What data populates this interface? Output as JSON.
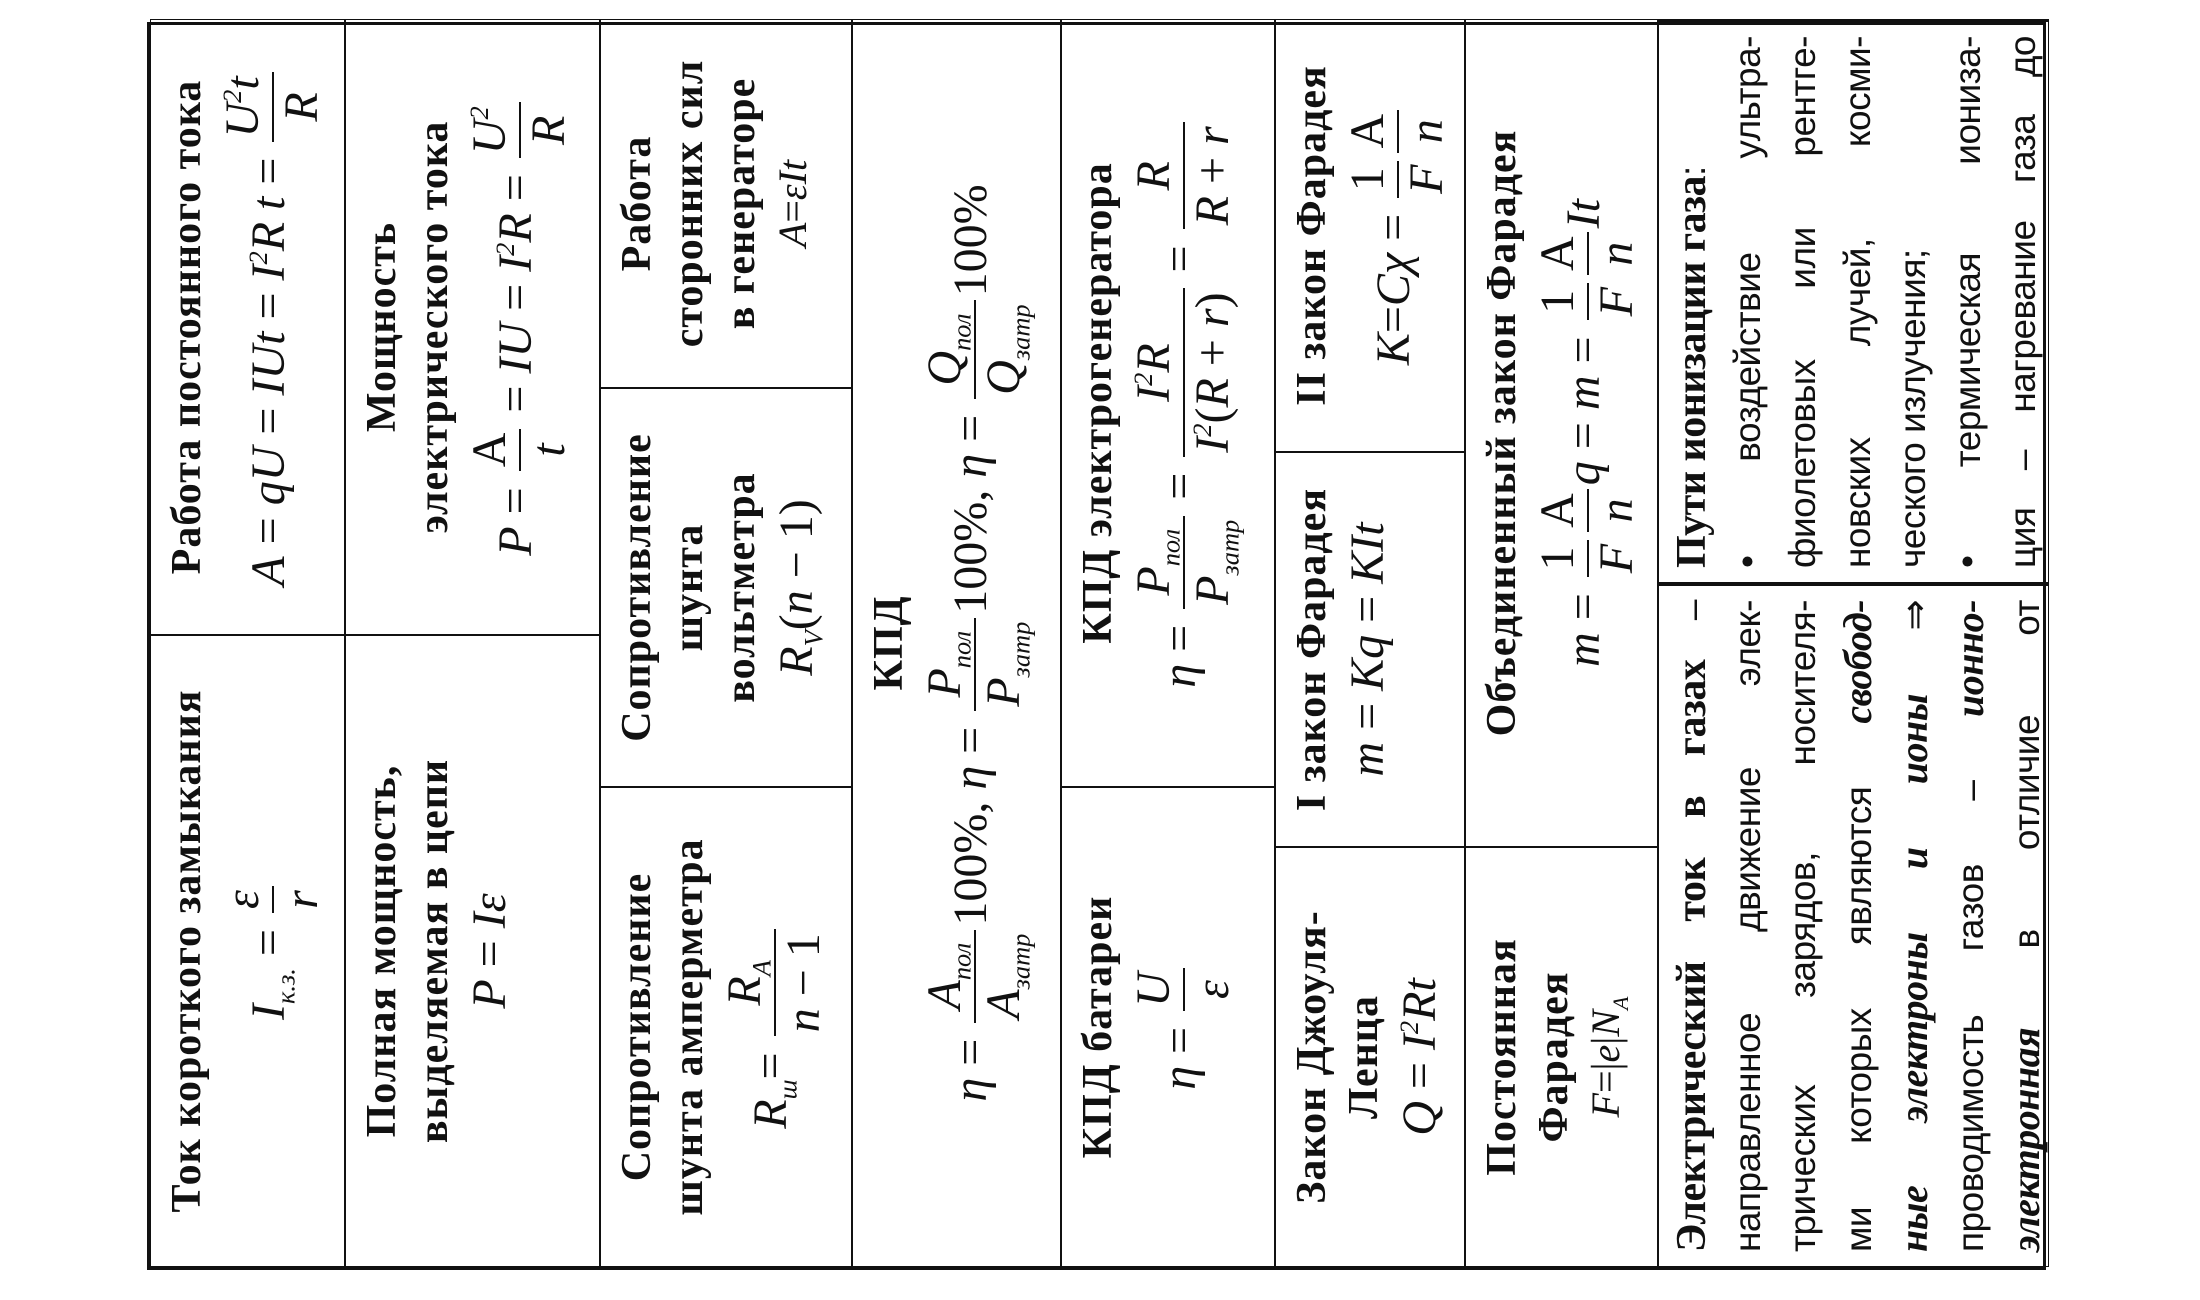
{
  "cells": {
    "short_circuit": {
      "title": "Ток короткого замыкания",
      "formula": [
        "I",
        {
          "sub": "к.з."
        },
        {
          "r": " = "
        },
        {
          "frac": [
            [
              "ε"
            ],
            [
              "r"
            ]
          ]
        }
      ]
    },
    "dc_work": {
      "title": "Работа постоянного тока",
      "formula": [
        "A",
        {
          "r": " = "
        },
        "qU",
        {
          "r": " = "
        },
        "IUt",
        {
          "r": " = "
        },
        "I",
        {
          "sup": "2"
        },
        "R t",
        {
          "r": " = "
        },
        {
          "frac": [
            [
              "U",
              {
                "sup": "2"
              },
              "t"
            ],
            [
              "R"
            ]
          ]
        }
      ]
    },
    "full_power": {
      "title": "Полная мощность,\nвыделяемая в цепи",
      "formula": [
        "P",
        {
          "r": " = "
        },
        "Iε"
      ]
    },
    "power": {
      "title": "Мощность\nэлектрического тока",
      "formula": [
        "P",
        {
          "r": " = "
        },
        {
          "frac": [
            [
              {
                "r": "A"
              }
            ],
            [
              "t"
            ]
          ]
        },
        {
          "r": " = "
        },
        "IU",
        {
          "r": " = "
        },
        "I",
        {
          "sup": "2"
        },
        "R",
        {
          "r": " = "
        },
        {
          "frac": [
            [
              "U",
              {
                "sup": "2"
              }
            ],
            [
              "R"
            ]
          ]
        }
      ]
    },
    "ammeter_shunt": {
      "title": "Сопротивление\nшунта амперметра",
      "formula": [
        "R",
        {
          "sub": "ш"
        },
        {
          "r": "= "
        },
        {
          "frac": [
            [
              "R",
              {
                "sub": "A"
              }
            ],
            [
              "n",
              {
                "r": " − 1"
              }
            ]
          ]
        }
      ]
    },
    "voltmeter_shunt": {
      "title": "Сопротивление\nшунта\nвольтметра",
      "formula": [
        "R",
        {
          "sub": "V"
        },
        {
          "r": "("
        },
        "n",
        {
          "r": " − 1)"
        }
      ]
    },
    "external_work": {
      "title": "Работа\nсторонних сил\nв генераторе",
      "formula": [
        "A",
        {
          "r": "="
        },
        "εIt"
      ]
    },
    "efficiency": {
      "title": "КПД",
      "formula": [
        "η",
        {
          "r": " = "
        },
        {
          "frac": [
            [
              "A",
              {
                "sub": "пол"
              }
            ],
            [
              "A",
              {
                "sub": "затр"
              }
            ]
          ]
        },
        {
          "r": "100%, "
        },
        "η",
        {
          "r": " = "
        },
        {
          "frac": [
            [
              "P",
              {
                "sub": "пол"
              }
            ],
            [
              "P",
              {
                "sub": "затр"
              }
            ]
          ]
        },
        {
          "r": "100%, "
        },
        "η",
        {
          "r": " = "
        },
        {
          "frac": [
            [
              "Q",
              {
                "sub": "пол"
              }
            ],
            [
              "Q",
              {
                "sub": "затр"
              }
            ]
          ]
        },
        {
          "r": "100%"
        }
      ]
    },
    "battery_efficiency": {
      "title": "КПД батареи",
      "formula": [
        "η",
        {
          "r": " = "
        },
        {
          "frac": [
            [
              "U"
            ],
            [
              "ε"
            ]
          ]
        }
      ]
    },
    "generator_efficiency": {
      "title": "КПД электрогенератора",
      "formula": [
        "η",
        {
          "r": " = "
        },
        {
          "frac": [
            [
              "P",
              {
                "sub": "пол"
              }
            ],
            [
              "P",
              {
                "sub": "затр"
              }
            ]
          ]
        },
        {
          "r": " = "
        },
        {
          "frac": [
            [
              "I",
              {
                "sup": "2"
              },
              "R"
            ],
            [
              "I",
              {
                "sup": "2"
              },
              {
                "r": "("
              },
              "R",
              {
                "r": " + "
              },
              "r",
              {
                "r": ")"
              }
            ]
          ]
        },
        {
          "r": " = "
        },
        {
          "frac": [
            [
              "R"
            ],
            [
              "R",
              {
                "r": " + "
              },
              "r"
            ]
          ]
        }
      ]
    },
    "joule_lenz": {
      "title": "Закон Джоуля-\nЛенца",
      "formula": [
        "Q",
        {
          "r": " = "
        },
        "I",
        {
          "sup": "2"
        },
        "Rt"
      ]
    },
    "faraday_1": {
      "title": "I закон Фарадея",
      "formula": [
        "m",
        {
          "r": " = "
        },
        "Kq",
        {
          "r": " = "
        },
        "KIt"
      ]
    },
    "faraday_2": {
      "title": "II закон Фарадея",
      "formula": [
        "K",
        {
          "r": "="
        },
        "Cχ",
        {
          "r": " = "
        },
        {
          "frac": [
            [
              {
                "r": "1"
              }
            ],
            [
              "F"
            ]
          ]
        },
        {
          "frac": [
            [
              {
                "r": "A"
              }
            ],
            [
              "n"
            ]
          ]
        }
      ]
    },
    "faraday_constant": {
      "title": "Постоянная\nФарадея",
      "formula": [
        "F",
        {
          "r": "=|"
        },
        "e",
        {
          "r": "|"
        },
        "N",
        {
          "sub": "A"
        }
      ]
    },
    "faraday_combined": {
      "title": "Объединенный закон Фарадея",
      "formula": [
        "m",
        {
          "r": " = "
        },
        {
          "frac": [
            [
              {
                "r": "1"
              }
            ],
            [
              "F"
            ]
          ]
        },
        {
          "frac": [
            [
              {
                "r": "A"
              }
            ],
            [
              "n"
            ]
          ]
        },
        "q",
        {
          "r": " = "
        },
        "m",
        {
          "r": " = "
        },
        {
          "frac": [
            [
              {
                "r": "1"
              }
            ],
            [
              "F"
            ]
          ]
        },
        {
          "frac": [
            [
              {
                "r": "A"
              }
            ],
            [
              "n"
            ]
          ]
        },
        "It"
      ]
    }
  },
  "gas_current": {
    "lines": [
      [
        "Электрический ток в газах",
        " –"
      ],
      [
        "направленное движение элек-"
      ],
      [
        "трических зарядов, носителя-"
      ],
      [
        "ми которых являются ",
        "свобод-"
      ],
      [
        "ные электроны и ионы",
        " ⇒"
      ],
      [
        "проводимость газов – ",
        "ионно-"
      ],
      [
        "электронная",
        " в отличие от"
      ]
    ]
  },
  "gas_ionization": {
    "lines": [
      [
        "Пути ионизации газа",
        ":"
      ],
      [
        "• воздействие ультра-"
      ],
      [
        "фиолетовых или рентге-"
      ],
      [
        "новских лучей, косми-"
      ],
      [
        "ческого излучения;"
      ],
      [
        "• термическая иониза-"
      ],
      [
        "ция – нагревание газа до"
      ]
    ]
  }
}
